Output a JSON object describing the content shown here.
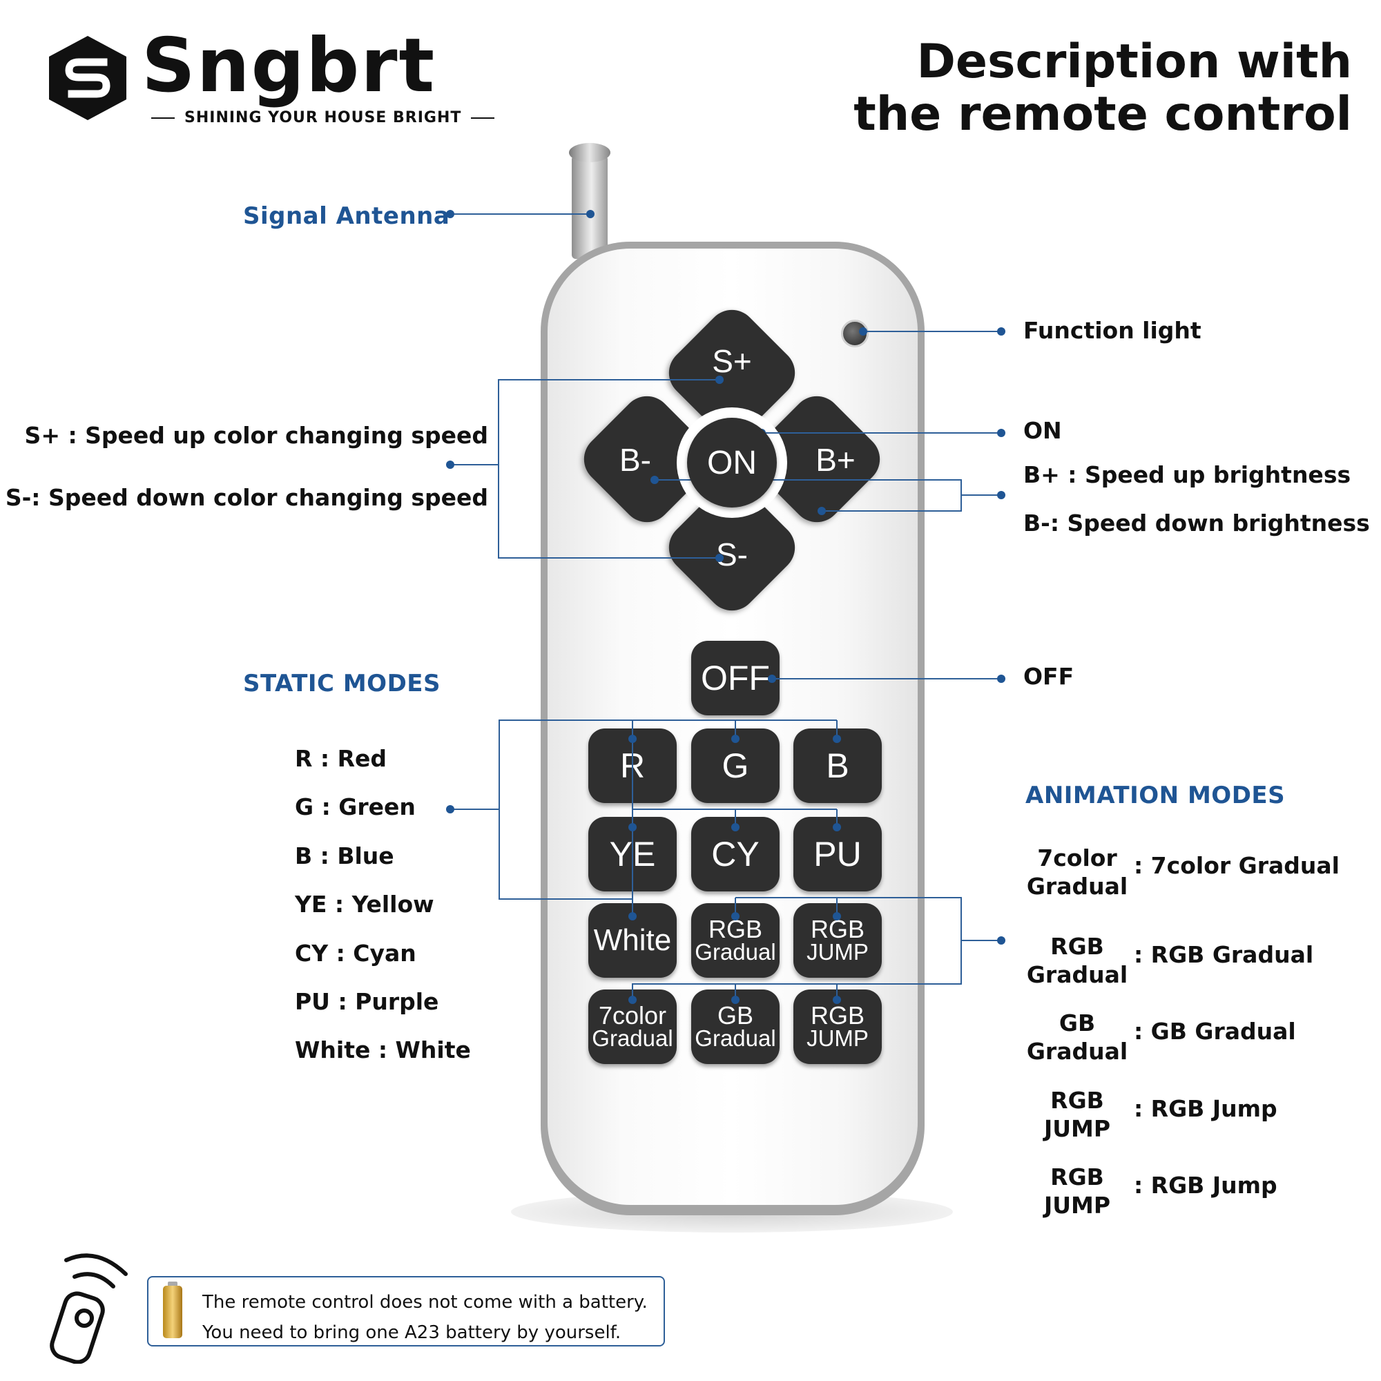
{
  "brand": {
    "name": "Sngbrt",
    "tagline": "SHINING YOUR HOUSE BRIGHT"
  },
  "headline": {
    "line1": "Description with",
    "line2": "the remote control"
  },
  "callouts": {
    "antenna": "Signal Antenna",
    "function_light": "Function light",
    "s_plus": "S+ : Speed up color changing speed",
    "s_minus": "S-: Speed down color changing speed",
    "on": "ON",
    "b_plus": "B+ : Speed up brightness",
    "b_minus": "B-: Speed down brightness",
    "off": "OFF"
  },
  "static_modes": {
    "title": "STATIC MODES",
    "items": [
      "R : Red",
      "G : Green",
      "B : Blue",
      "YE : Yellow",
      "CY : Cyan",
      "PU : Purple",
      "White : White"
    ]
  },
  "animation_modes": {
    "title": "ANIMATION MODES",
    "items": [
      {
        "line1": "7color",
        "line2": "Gradual",
        "desc": ": 7color Gradual"
      },
      {
        "line1": "RGB",
        "line2": "Gradual",
        "desc": ": RGB Gradual"
      },
      {
        "line1": "GB",
        "line2": "Gradual",
        "desc": ": GB Gradual"
      },
      {
        "line1": "RGB",
        "line2": "JUMP",
        "desc": ": RGB Jump"
      },
      {
        "line1": "RGB",
        "line2": "JUMP",
        "desc": ": RGB Jump"
      }
    ]
  },
  "remote": {
    "dpad": {
      "s_plus": "S+",
      "s_minus": "S-",
      "b_minus": "B-",
      "b_plus": "B+",
      "on": "ON"
    },
    "off": "OFF",
    "keys": {
      "r": "R",
      "g": "G",
      "b": "B",
      "ye": "YE",
      "cy": "CY",
      "pu": "PU",
      "white": "White",
      "rgb_gradual_1": "RGB",
      "rgb_gradual_2": "Gradual",
      "rgb_jump_a1": "RGB",
      "rgb_jump_a2": "JUMP",
      "seven_color_1": "7color",
      "seven_color_2": "Gradual",
      "gb_gradual_1": "GB",
      "gb_gradual_2": "Gradual",
      "rgb_jump_b1": "RGB",
      "rgb_jump_b2": "JUMP"
    }
  },
  "notice": {
    "line1": "The remote control does not come with a battery.",
    "line2": "You need to bring one A23 battery by yourself."
  },
  "colors": {
    "accent": "#1f5594",
    "key": "#2f2f2f",
    "remote_trim": "#a5a5a5"
  },
  "icons": [
    "sngbrt-logo-icon",
    "remote-signal-icon",
    "battery-icon"
  ]
}
